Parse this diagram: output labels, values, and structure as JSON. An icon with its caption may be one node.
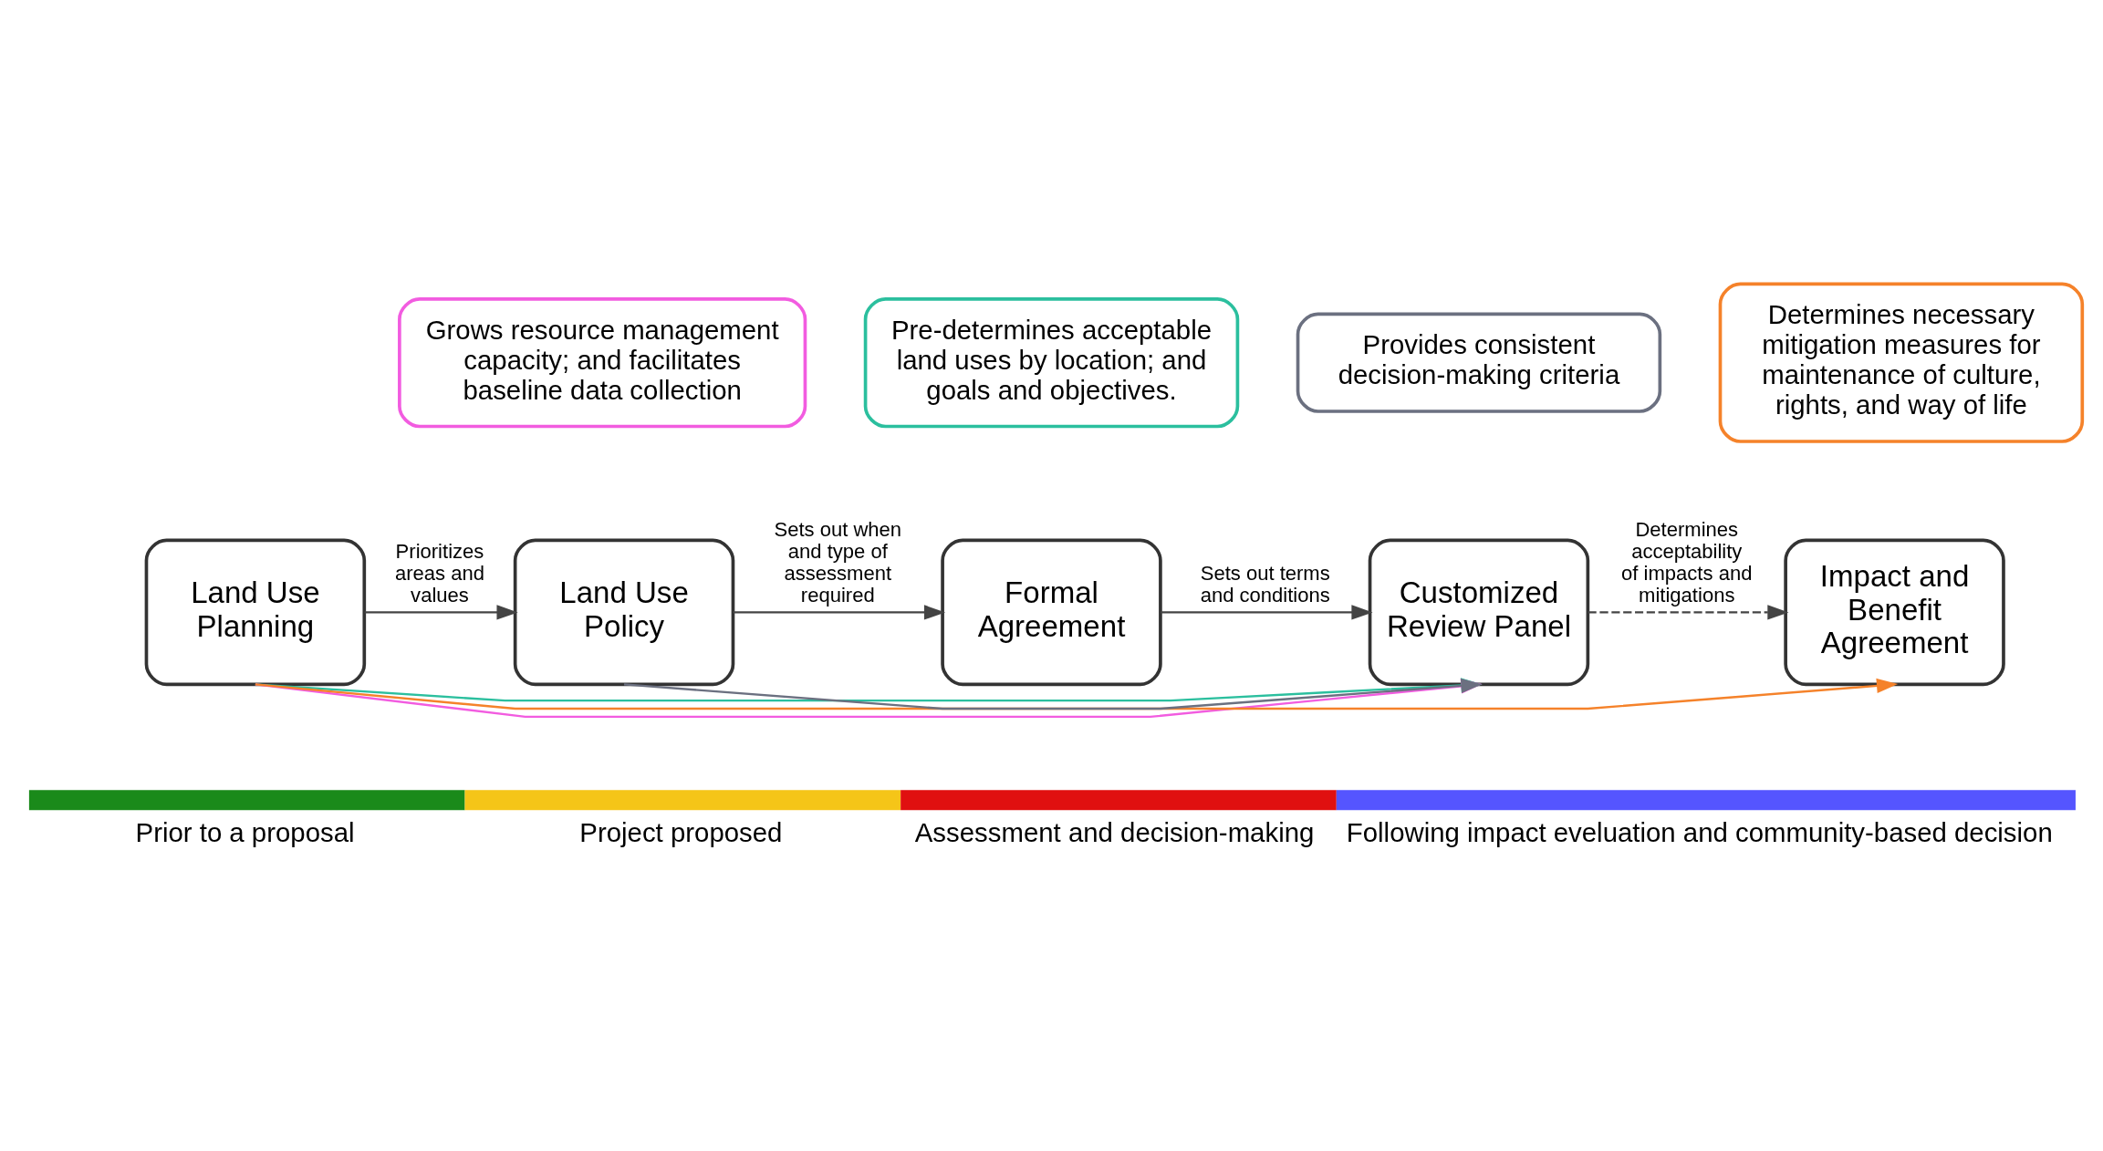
{
  "diagram": {
    "nodes": [
      {
        "text": [
          "Land Use Planning"
        ]
      },
      {
        "text": [
          "Land Use Policy"
        ]
      },
      {
        "text": [
          "Formal Agreement"
        ]
      },
      {
        "text": [
          "Customized Review Panel"
        ]
      },
      {
        "text": [
          "Impact and Benefit Agreement"
        ]
      },
      {
        "text": [
          "Grows resource management capacity; and facilitates baseline data collection"
        ]
      },
      {
        "text": [
          "Provides consistent decision-making criteria"
        ]
      },
      {
        "text": [
          "Pre-determines acceptable land uses by location; and goals and objectives."
        ]
      },
      {
        "text": [
          "Determines necessary mitigation measures for maintenance of culture, rights, and way of life"
        ]
      }
    ],
    "edges": [
      {
        "from": 0,
        "to": 1,
        "arrow": "to",
        "label": "Prioritizes areas and values"
      },
      {
        "from": 1,
        "to": 2,
        "arrow": "to",
        "label": "Sets out when and type of assessment required"
      },
      {
        "from": 2,
        "to": 3,
        "arrow": "to",
        "label": "Sets out terms and conditions"
      },
      {
        "from": 3,
        "to": 4,
        "arrow": "to",
        "label": "Determines acceptability of impacts and mitigations",
        "style": "dashed"
      },
      {
        "from": 0,
        "to": 3,
        "arrow": "to",
        "color": "#2bbf9e"
      },
      {
        "from": 0,
        "to": 3,
        "arrow": "to",
        "color": "#f25ce0"
      },
      {
        "from": 1,
        "to": 3,
        "arrow": "to",
        "color": "#6b7080"
      },
      {
        "from": 0,
        "to": 4,
        "arrow": "to",
        "color": "#f5822a"
      }
    ],
    "legend": [
      {
        "text": "Prior to a proposal",
        "color": "#1a8a1a"
      },
      {
        "text": "Project proposed",
        "color": "#f5c518"
      },
      {
        "text": "Assessment and decision-making",
        "color": "#e01010"
      },
      {
        "text": "Following impact eveluation and community-based decision",
        "color": "#5555ff"
      }
    ]
  }
}
